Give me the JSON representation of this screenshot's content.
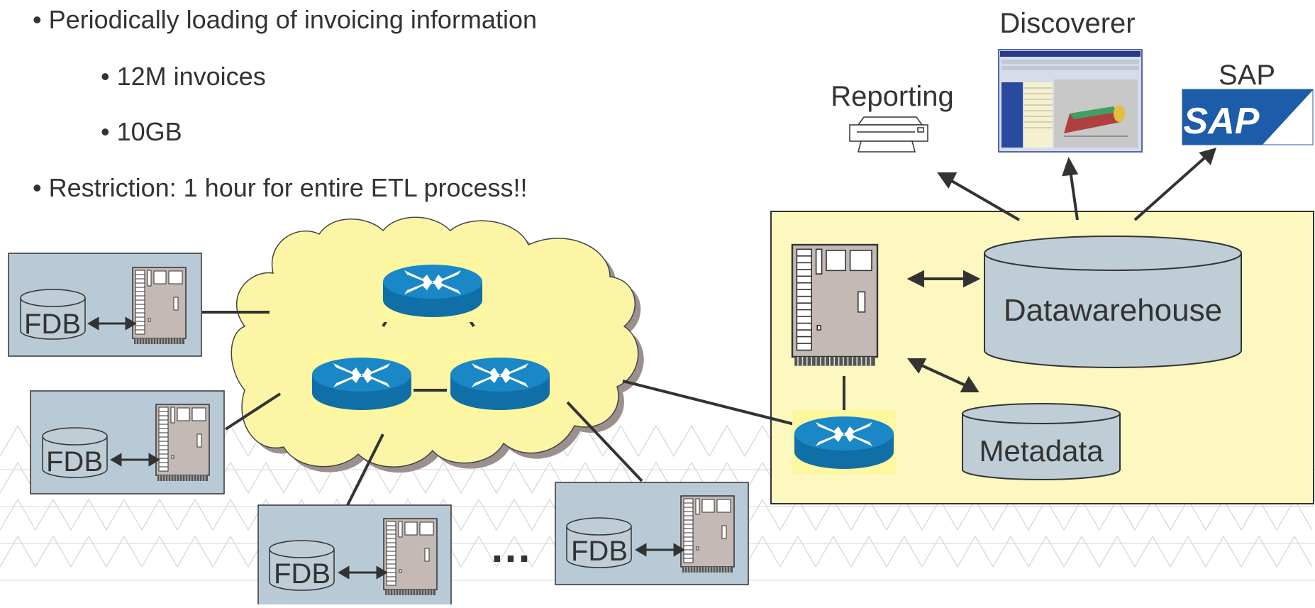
{
  "bullets": [
    {
      "text": "• Periodically loading of invoicing information"
    },
    {
      "text": "• 12M invoices"
    },
    {
      "text": "• 10GB"
    },
    {
      "text": "• Restriction: 1 hour for entire ETL process!!"
    }
  ],
  "outputs": {
    "reporting_label": "Reporting",
    "discoverer_label": "Discoverer",
    "sap_label": "SAP",
    "sap_logo_text": "SAP"
  },
  "warehouse": {
    "datawarehouse_label": "Datawarehouse",
    "metadata_label": "Metadata"
  },
  "sources": [
    {
      "db_label": "FDB"
    },
    {
      "db_label": "FDB"
    },
    {
      "db_label": "FDB"
    },
    {
      "db_label": "FDB"
    }
  ],
  "ellipsis": "…",
  "colors": {
    "panel": "#b8cad6",
    "warehouse_box": "#fdf7c0",
    "cloud": "#fdf5a6",
    "router": "#1a87c7",
    "server": "#c4b9b4",
    "db": "#bfcdd6",
    "sap_blue": "#1d5ca8",
    "pattern": "#d5d5d5"
  },
  "icons": [
    "router-icon",
    "server-icon",
    "database-icon",
    "printer-icon",
    "discoverer-screenshot-icon",
    "sap-logo-icon"
  ]
}
